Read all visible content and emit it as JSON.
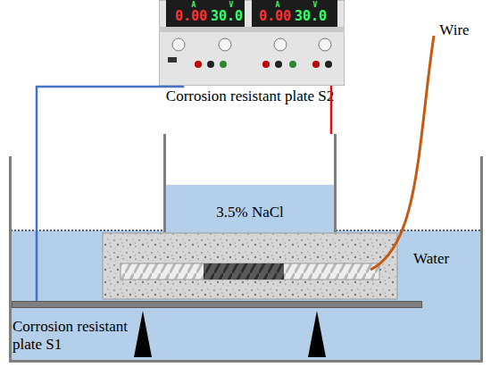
{
  "diagram": {
    "nodes": [
      {
        "text": [
          "A",
          "V",
          "A",
          "V",
          "0.00",
          "30.0",
          "0.00",
          "30.0"
        ]
      },
      {
        "text": [
          "3.5% NaCl"
        ]
      },
      {
        "text": [
          "Water"
        ]
      },
      {
        "text": [
          "Corrosion resistant plate S1"
        ],
        "in": 2
      }
    ],
    "edges": [
      {
        "from": 0,
        "to": 3,
        "arrow": "none"
      },
      {
        "from": 0,
        "to": 1,
        "arrow": "none"
      }
    ],
    "labels": [
      "Corrosion resistant plate S2",
      "Wire"
    ]
  }
}
